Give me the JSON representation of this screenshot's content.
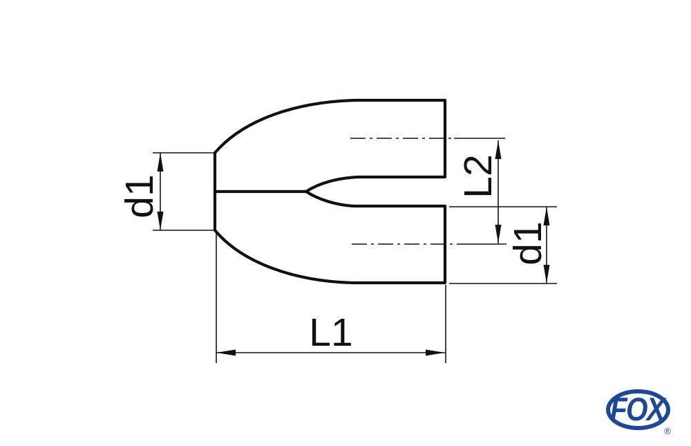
{
  "colors": {
    "line": "#111111",
    "background": "#ffffff",
    "logo_blue": "#1e4796",
    "logo_fill": "#ffffff"
  },
  "drawing": {
    "dimensions": {
      "d1_left": {
        "label": "d1"
      },
      "L2": {
        "label": "L2"
      },
      "d1_right": {
        "label": "d1"
      },
      "L1": {
        "label": "L1"
      }
    }
  },
  "logo": {
    "text": "FOX",
    "registered_mark": "®"
  }
}
